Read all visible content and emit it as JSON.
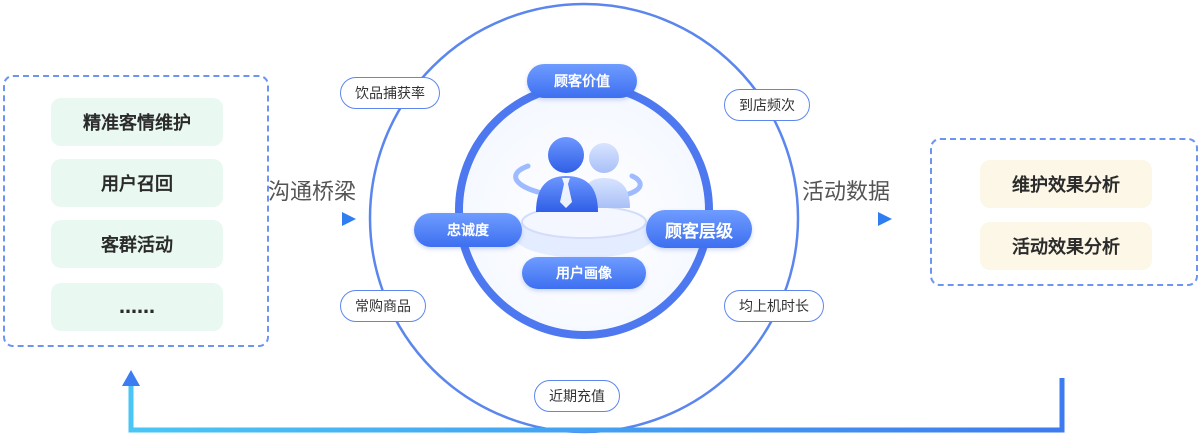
{
  "left": {
    "items": [
      "精准客情维护",
      "用户召回",
      "客群活动",
      "……"
    ]
  },
  "bridge_label": "沟通桥梁",
  "data_label": "活动数据",
  "outer_ring": [
    "饮品捕获率",
    "到店频次",
    "常购商品",
    "均上机时长",
    "近期充值"
  ],
  "inner_ring": {
    "top": "顾客价值",
    "left": "忠诚度",
    "right": "顾客层级",
    "bottom": "用户画像"
  },
  "right": {
    "items": [
      "维护效果分析",
      "活动效果分析"
    ]
  },
  "colors": {
    "ring_blue": "#5b86ee",
    "panel_dash": "#6c95f0",
    "left_item_bg": "#e9f8f1",
    "right_item_bg": "#fcf7e6",
    "arrow_cyan": "#49c6f5"
  }
}
